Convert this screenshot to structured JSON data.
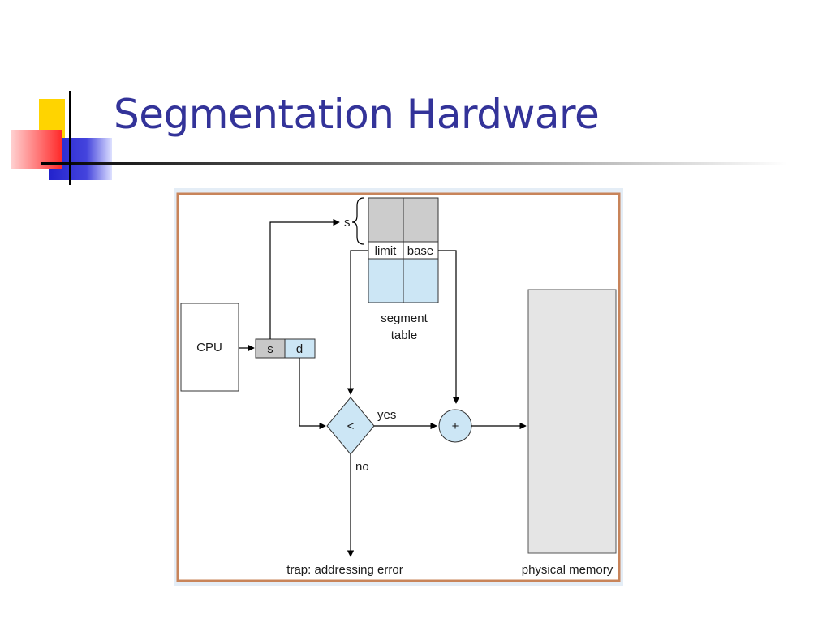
{
  "slide": {
    "title": "Segmentation Hardware"
  },
  "diagram": {
    "cpu_label": "CPU",
    "address_fields": [
      "s",
      "d"
    ],
    "segment_selector_label": "s",
    "table_columns": [
      "limit",
      "base"
    ],
    "segment_table_label_line1": "segment",
    "segment_table_label_line2": "table",
    "comparator_symbol": "<",
    "adder_symbol": "+",
    "yes_label": "yes",
    "no_label": "no",
    "trap_label": "trap: addressing error",
    "memory_label": "physical memory"
  },
  "colors": {
    "title": "#333399",
    "frame_border": "#c8845a",
    "table_top_cells": "#cccccc",
    "table_bottom_cells": "#cce6f5",
    "s_field": "#c8c8c8",
    "d_field": "#cce6f5",
    "memory_fill": "#e5e5e5"
  }
}
